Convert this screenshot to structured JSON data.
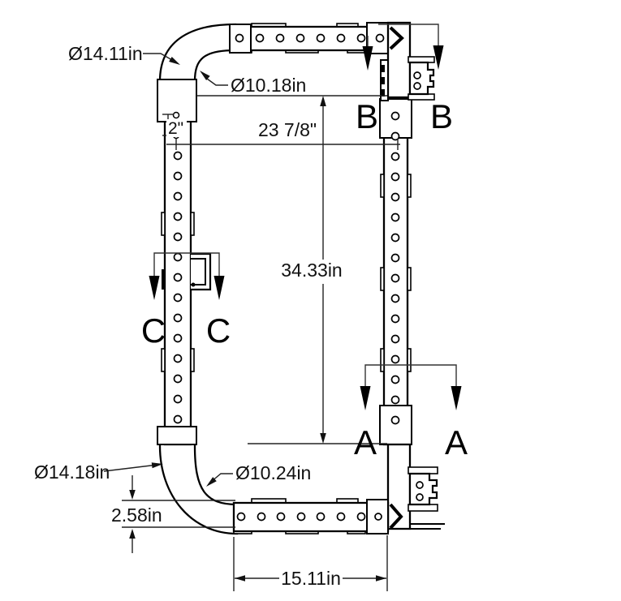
{
  "drawing": {
    "colors": {
      "background": "#ffffff",
      "line": "#000000",
      "dimension": "#222222"
    },
    "dimensions": {
      "top_corner_outer_diameter": "Ø14.11in",
      "top_corner_inner_diameter": "Ø10.18in",
      "top_hole_spacing": "2\"",
      "frame_width": "23 7/8\"",
      "frame_inner_height": "34.33in",
      "bottom_corner_outer_diameter": "Ø14.18in",
      "bottom_corner_inner_diameter": "Ø10.24in",
      "bottom_corner_offset": "2.58in",
      "bottom_tube_length": "15.11in"
    },
    "section_markers": {
      "a": "A",
      "b": "B",
      "c": "C"
    }
  }
}
